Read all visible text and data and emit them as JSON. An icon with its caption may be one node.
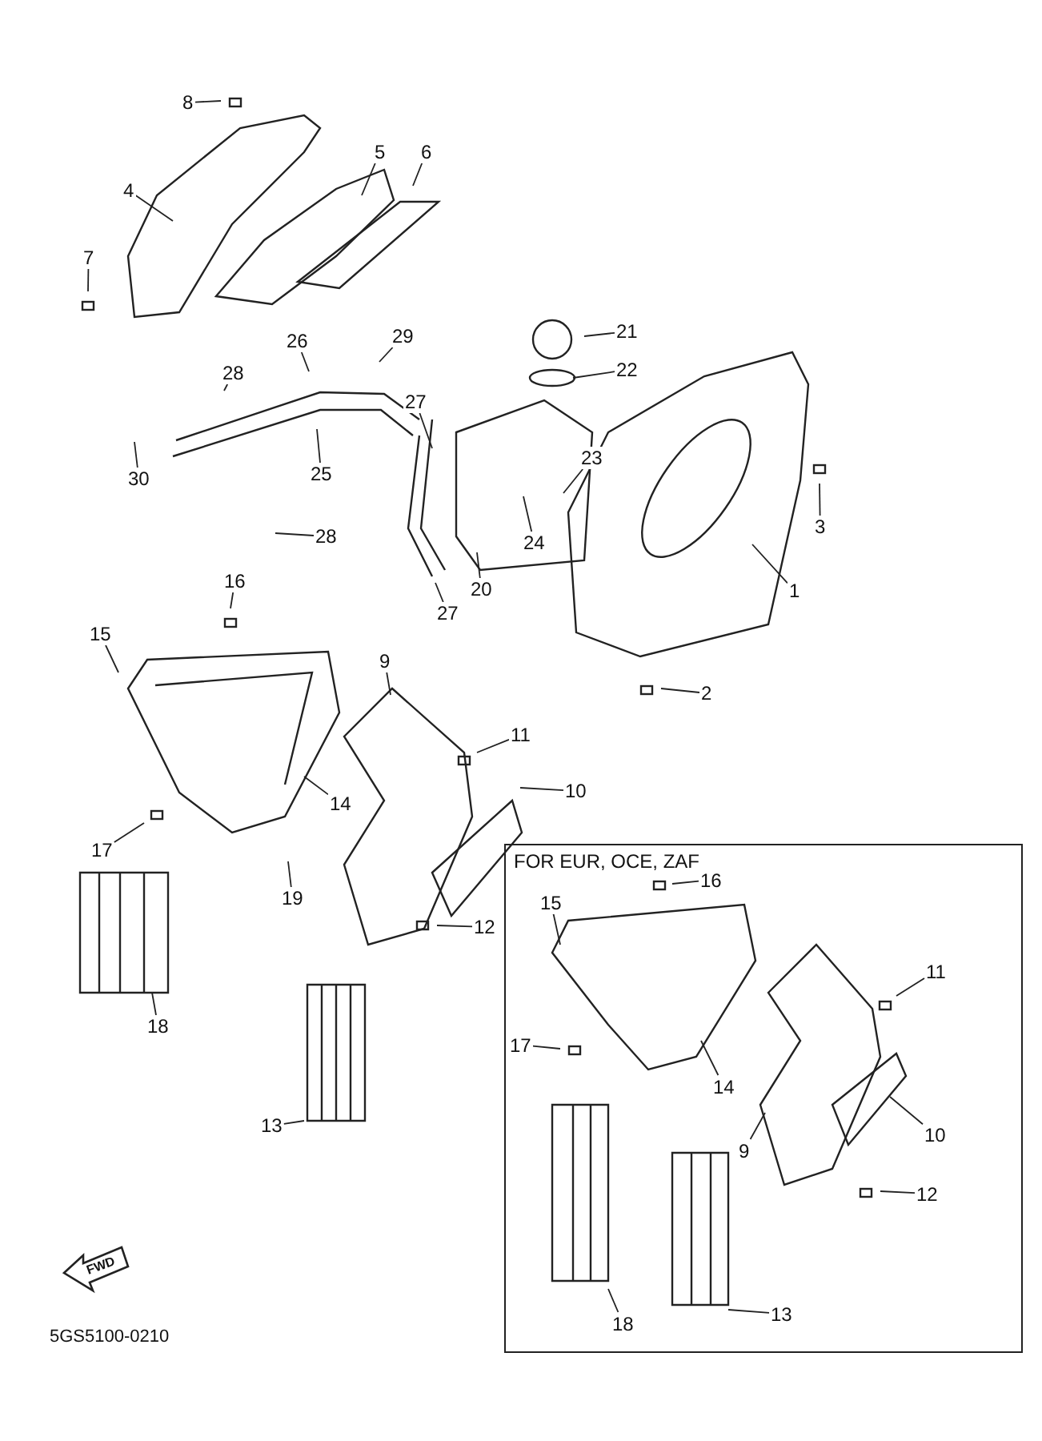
{
  "diagram": {
    "nodes": [
      {
        "text": [
          "8"
        ]
      },
      {
        "text": [
          "5"
        ]
      },
      {
        "text": [
          "6"
        ]
      },
      {
        "text": [
          "4"
        ]
      },
      {
        "text": [
          "7"
        ]
      },
      {
        "text": [
          "21"
        ]
      },
      {
        "text": [
          "26"
        ]
      },
      {
        "text": [
          "29"
        ]
      },
      {
        "text": [
          "22"
        ]
      },
      {
        "text": [
          "28"
        ]
      },
      {
        "text": [
          "27"
        ]
      },
      {
        "text": [
          "23"
        ]
      },
      {
        "text": [
          "30"
        ]
      },
      {
        "text": [
          "25"
        ]
      },
      {
        "text": [
          "3"
        ]
      },
      {
        "text": [
          "28"
        ]
      },
      {
        "text": [
          "24"
        ]
      },
      {
        "text": [
          "16"
        ]
      },
      {
        "text": [
          "20"
        ]
      },
      {
        "text": [
          "1"
        ]
      },
      {
        "text": [
          "27"
        ]
      },
      {
        "text": [
          "15"
        ]
      },
      {
        "text": [
          "9"
        ]
      },
      {
        "text": [
          "2"
        ]
      },
      {
        "text": [
          "11"
        ]
      },
      {
        "text": [
          "10"
        ]
      },
      {
        "text": [
          "14"
        ]
      },
      {
        "text": [
          "17"
        ]
      },
      {
        "text": [
          "19"
        ]
      },
      {
        "text": [
          "12"
        ]
      },
      {
        "text": [
          "18"
        ]
      },
      {
        "text": [
          "13"
        ]
      },
      {
        "text": [
          "FOR EUR, OCE, ZAF"
        ]
      },
      {
        "text": [
          "16"
        ],
        "in": 32
      },
      {
        "text": [
          "15"
        ],
        "in": 32
      },
      {
        "text": [
          "11"
        ],
        "in": 32
      },
      {
        "text": [
          "17"
        ],
        "in": 32
      },
      {
        "text": [
          "14"
        ],
        "in": 32
      },
      {
        "text": [
          "10"
        ],
        "in": 32
      },
      {
        "text": [
          "9"
        ],
        "in": 32
      },
      {
        "text": [
          "12"
        ],
        "in": 32
      },
      {
        "text": [
          "18"
        ],
        "in": 32
      },
      {
        "text": [
          "13"
        ],
        "in": 32
      }
    ],
    "edges": [
      {
        "from": 0,
        "to": null,
        "arrow": "none"
      },
      {
        "from": 1,
        "to": null,
        "arrow": "none"
      },
      {
        "from": 2,
        "to": null,
        "arrow": "none"
      },
      {
        "from": 3,
        "to": null,
        "arrow": "none"
      },
      {
        "from": 4,
        "to": null,
        "arrow": "none"
      },
      {
        "from": 5,
        "to": null,
        "arrow": "none"
      },
      {
        "from": 6,
        "to": null,
        "arrow": "none"
      },
      {
        "from": 7,
        "to": null,
        "arrow": "none"
      },
      {
        "from": 8,
        "to": null,
        "arrow": "none"
      },
      {
        "from": 9,
        "to": null,
        "arrow": "none"
      },
      {
        "from": 10,
        "to": null,
        "arrow": "none"
      },
      {
        "from": 11,
        "to": null,
        "arrow": "none"
      },
      {
        "from": 12,
        "to": null,
        "arrow": "none"
      },
      {
        "from": 13,
        "to": null,
        "arrow": "none"
      },
      {
        "from": 14,
        "to": null,
        "arrow": "none"
      },
      {
        "from": 15,
        "to": null,
        "arrow": "none"
      },
      {
        "from": 16,
        "to": null,
        "arrow": "none"
      },
      {
        "from": 17,
        "to": null,
        "arrow": "none"
      },
      {
        "from": 18,
        "to": null,
        "arrow": "none"
      },
      {
        "from": 19,
        "to": null,
        "arrow": "none"
      },
      {
        "from": 20,
        "to": null,
        "arrow": "none"
      },
      {
        "from": 21,
        "to": null,
        "arrow": "none"
      },
      {
        "from": 22,
        "to": null,
        "arrow": "none"
      },
      {
        "from": 23,
        "to": null,
        "arrow": "none"
      },
      {
        "from": 24,
        "to": null,
        "arrow": "none"
      },
      {
        "from": 25,
        "to": null,
        "arrow": "none"
      },
      {
        "from": 26,
        "to": null,
        "arrow": "none"
      },
      {
        "from": 27,
        "to": null,
        "arrow": "none"
      },
      {
        "from": 28,
        "to": null,
        "arrow": "none"
      },
      {
        "from": 29,
        "to": null,
        "arrow": "none"
      },
      {
        "from": 30,
        "to": null,
        "arrow": "none"
      },
      {
        "from": 31,
        "to": null,
        "arrow": "none"
      },
      {
        "from": 33,
        "to": null,
        "arrow": "none"
      },
      {
        "from": 34,
        "to": null,
        "arrow": "none"
      },
      {
        "from": 35,
        "to": null,
        "arrow": "none"
      },
      {
        "from": 36,
        "to": null,
        "arrow": "none"
      },
      {
        "from": 37,
        "to": null,
        "arrow": "none"
      },
      {
        "from": 38,
        "to": null,
        "arrow": "none"
      },
      {
        "from": 39,
        "to": null,
        "arrow": "none"
      },
      {
        "from": 40,
        "to": null,
        "arrow": "none"
      },
      {
        "from": 41,
        "to": null,
        "arrow": "none"
      },
      {
        "from": 42,
        "to": null,
        "arrow": "none"
      }
    ],
    "labels": [
      "FWD",
      "5GS5100-0210"
    ]
  }
}
